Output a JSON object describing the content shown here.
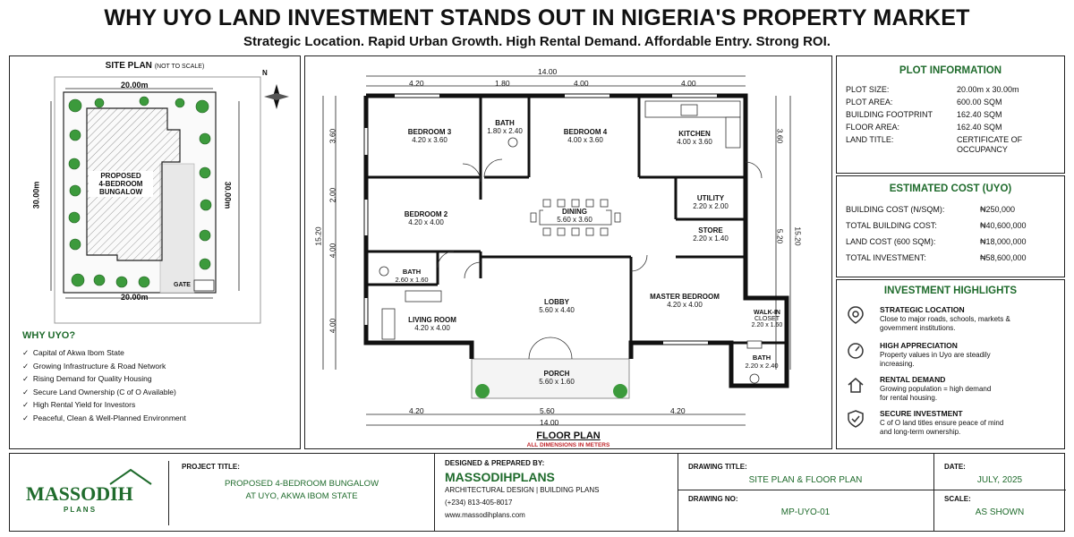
{
  "header": {
    "title": "WHY UYO LAND INVESTMENT STANDS OUT IN NIGERIA'S PROPERTY MARKET",
    "subtitle": "Strategic Location. Rapid Urban Growth. High Rental Demand. Affordable Entry. Strong ROI."
  },
  "site_plan": {
    "title": "SITE PLAN",
    "note": "(NOT TO SCALE)",
    "width_label": "20.00m",
    "depth_label": "30.00m",
    "building_label": [
      "PROPOSED",
      "4-BEDROOM",
      "BUNGALOW"
    ],
    "gate_label": "GATE",
    "north": "N"
  },
  "why_uyo": {
    "title": "WHY UYO?",
    "items": [
      "Capital of Akwa Ibom State",
      "Growing Infrastructure & Road Network",
      "Rising Demand for Quality Housing",
      "Secure Land Ownership (C of O Available)",
      "High Rental Yield for Investors",
      "Peaceful, Clean & Well-Planned Environment"
    ]
  },
  "floor_plan": {
    "title": "FLOOR PLAN",
    "note": "ALL DIMENSIONS IN METERS",
    "top_total": "14.00",
    "top_dims": [
      "4.20",
      "1.80",
      "4.00",
      "4.00"
    ],
    "bottom_dims": [
      "4.20",
      "5.60",
      "4.20"
    ],
    "bottom_total": "14.00",
    "left_dims": [
      "3.60",
      "2.00",
      "4.00",
      "4.00"
    ],
    "left_total": "15.20",
    "right_dims": [
      "3.60",
      "5.20"
    ],
    "right_total": "15.20",
    "rooms": {
      "bed3": {
        "name": "BEDROOM 3",
        "size": "4.20 x 3.60"
      },
      "bath1": {
        "name": "BATH",
        "size": "1.80 x 2.40"
      },
      "bed4": {
        "name": "BEDROOM 4",
        "size": "4.00 x 3.60"
      },
      "kitchen": {
        "name": "KITCHEN",
        "size": "4.00 x 3.60"
      },
      "bed2": {
        "name": "BEDROOM 2",
        "size": "4.20 x 4.00"
      },
      "dining": {
        "name": "DINING",
        "size": "5.60 x 3.60"
      },
      "utility": {
        "name": "UTILITY",
        "size": "2.20 x 2.00"
      },
      "store": {
        "name": "STORE",
        "size": "2.20 x 1.40"
      },
      "bath2": {
        "name": "BATH",
        "size": "2.60 x 1.60"
      },
      "lobby": {
        "name": "LOBBY",
        "size": "5.60 x 4.40"
      },
      "master": {
        "name": "MASTER BEDROOM",
        "size": "4.20 x 4.00"
      },
      "living": {
        "name": "LIVING ROOM",
        "size": "4.20 x 4.00"
      },
      "walkin": {
        "name": "WALK-IN",
        "name2": "CLOSET",
        "size": "2.20 x 1.60"
      },
      "bath3": {
        "name": "BATH",
        "size": "2.20 x 2.40"
      },
      "porch": {
        "name": "PORCH",
        "size": "5.60 x 1.60"
      }
    }
  },
  "plot_info": {
    "title": "PLOT INFORMATION",
    "rows": [
      {
        "label": "PLOT SIZE:",
        "value": "20.00m x 30.00m"
      },
      {
        "label": "PLOT AREA:",
        "value": "600.00 SQM"
      },
      {
        "label": "BUILDING FOOTPRINT",
        "value": "162.40 SQM"
      },
      {
        "label": "FLOOR AREA:",
        "value": "162.40 SQM"
      },
      {
        "label": "LAND TITLE:",
        "value": "CERTIFICATE OF",
        "value2": "OCCUPANCY"
      }
    ]
  },
  "cost": {
    "title": "ESTIMATED COST (UYO)",
    "rows": [
      {
        "label": "BUILDING COST (N/SQM):",
        "value": "₦250,000"
      },
      {
        "label": "TOTAL BUILDING COST:",
        "value": "₦40,600,000"
      },
      {
        "label": "LAND COST (600 SQM):",
        "value": "₦18,000,000"
      },
      {
        "label": "TOTAL INVESTMENT:",
        "value": "₦58,600,000"
      }
    ]
  },
  "highlights": {
    "title": "INVESTMENT HIGHLIGHTS",
    "items": [
      {
        "icon": "location-pin-icon",
        "title": "STRATEGIC LOCATION",
        "desc1": "Close to major roads, schools, markets &",
        "desc2": "government institutions."
      },
      {
        "icon": "gauge-icon",
        "title": "HIGH APPRECIATION",
        "desc1": "Property values in Uyo are steadily",
        "desc2": "increasing."
      },
      {
        "icon": "house-icon",
        "title": "RENTAL DEMAND",
        "desc1": "Growing population = high demand",
        "desc2": "for rental housing."
      },
      {
        "icon": "shield-check-icon",
        "title": "SECURE INVESTMENT",
        "desc1": "C of O land titles ensure peace of mind",
        "desc2": "and long-term ownership."
      }
    ]
  },
  "title_block": {
    "logo_main": "MASSODIH",
    "logo_sub": "P L A N S",
    "project_label": "PROJECT TITLE:",
    "project_line1": "PROPOSED 4-BEDROOM BUNGALOW",
    "project_line2": "AT UYO, AKWA IBOM STATE",
    "designed_label": "DESIGNED & PREPARED BY:",
    "company": "MASSODIHPLANS",
    "company_tag": "ARCHITECTURAL DESIGN | BUILDING PLANS",
    "phone": "(+234) 813-405-8017",
    "website": "www.massodihplans.com",
    "drawing_title_label": "DRAWING TITLE:",
    "drawing_title": "SITE PLAN & FLOOR PLAN",
    "drawing_no_label": "DRAWING NO:",
    "drawing_no": "MP-UYO-01",
    "date_label": "DATE:",
    "date": "JULY, 2025",
    "scale_label": "SCALE:",
    "scale": "AS SHOWN"
  },
  "colors": {
    "accent_green": "#1f6b2c",
    "wall": "#111111",
    "tree_green": "#3c9a3c",
    "red_note": "#c0282d"
  }
}
